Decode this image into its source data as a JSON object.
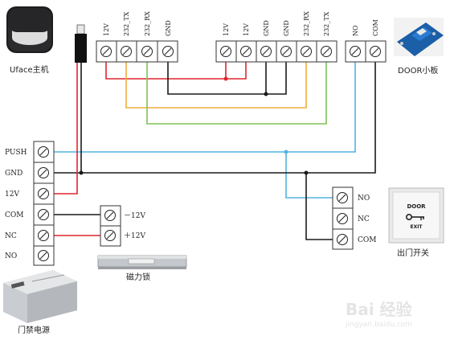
{
  "wire_colors": {
    "red": "#e0262f",
    "orange": "#eeae3c",
    "green": "#7ec257",
    "blue": "#52b4df",
    "black": "#1a1a1a"
  },
  "uface": {
    "caption": "Uface主机"
  },
  "uface_terminals": [
    "12V",
    "232_TX",
    "232_RX",
    "GND"
  ],
  "middle_terminals": [
    "12V",
    "12V",
    "GND",
    "GND",
    "232_RX",
    "232_TX"
  ],
  "relay_terminals": [
    "NO",
    "COM"
  ],
  "door_board": {
    "caption": "DOOR小板"
  },
  "power_supply": {
    "terminals": [
      "PUSH",
      "GND",
      "12V",
      "COM",
      "NC",
      "NO"
    ],
    "caption": "门禁电源"
  },
  "magnetic_lock": {
    "terminals": [
      "－12V",
      "＋12V"
    ],
    "caption": "磁力锁"
  },
  "exit_button": {
    "terminals": [
      "NO",
      "NC",
      "COM"
    ],
    "device_text": [
      "DOOR",
      "EXIT"
    ],
    "caption": "出门开关"
  },
  "watermark": {
    "text": "Bai 经验",
    "url": "jingyan.baidu.com"
  }
}
